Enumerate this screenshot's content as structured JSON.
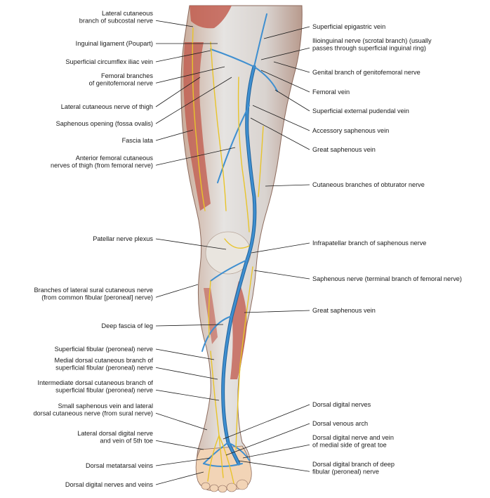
{
  "left_labels": [
    {
      "id": "lat-cut-subcostal",
      "lines": [
        "Lateral cutaneous",
        "branch of subcostal nerve"
      ]
    },
    {
      "id": "inguinal-ligament",
      "lines": [
        "Inguinal ligament (Poupart)"
      ]
    },
    {
      "id": "sup-circ-iliac-vein",
      "lines": [
        "Superficial circumflex iliac vein"
      ]
    },
    {
      "id": "femoral-br-genitofemoral",
      "lines": [
        "Femoral branches",
        "of genitofemoral nerve"
      ]
    },
    {
      "id": "lat-cut-nerve-thigh",
      "lines": [
        "Lateral cutaneous nerve of thigh"
      ]
    },
    {
      "id": "saphenous-opening",
      "lines": [
        "Saphenous opening (fossa ovalis)"
      ]
    },
    {
      "id": "fascia-lata",
      "lines": [
        "Fascia lata"
      ]
    },
    {
      "id": "ant-femoral-cut",
      "lines": [
        "Anterior femoral cutaneous",
        "nerves of thigh (from femoral nerve)"
      ]
    },
    {
      "id": "patellar-plexus",
      "lines": [
        "Patellar nerve plexus"
      ]
    },
    {
      "id": "lat-sural-branches",
      "lines": [
        "Branches of lateral sural cutaneous nerve",
        "(from common fibular [peroneal] nerve)"
      ]
    },
    {
      "id": "deep-fascia-leg",
      "lines": [
        "Deep fascia of leg"
      ]
    },
    {
      "id": "sup-fibular-nerve",
      "lines": [
        "Superficial fibular (peroneal) nerve"
      ]
    },
    {
      "id": "medial-dorsal-cut",
      "lines": [
        "Medial dorsal cutaneous branch of",
        "superficial fibular (peroneal) nerve"
      ]
    },
    {
      "id": "intermediate-dorsal-cut",
      "lines": [
        "Intermediate dorsal cutaneous branch of",
        "superficial fibular (peroneal) nerve"
      ]
    },
    {
      "id": "small-saphenous",
      "lines": [
        "Small saphenous vein and lateral",
        "dorsal cutaneous nerve (from sural nerve)"
      ]
    },
    {
      "id": "lat-dorsal-digital-5th",
      "lines": [
        "Lateral dorsal digital nerve",
        "and vein of 5th toe"
      ]
    },
    {
      "id": "dorsal-metatarsal-veins",
      "lines": [
        "Dorsal metatarsal veins"
      ]
    },
    {
      "id": "dorsal-digital-nerves-veins",
      "lines": [
        "Dorsal digital nerves and veins"
      ]
    }
  ],
  "right_labels": [
    {
      "id": "sup-epigastric-vein",
      "lines": [
        "Superficial epigastric vein"
      ]
    },
    {
      "id": "ilioinguinal",
      "lines": [
        "Ilioinguinal nerve (scrotal branch) (usually",
        "passes through superficial inguinal ring)"
      ]
    },
    {
      "id": "genital-br-genitofemoral",
      "lines": [
        "Genital branch of genitofemoral nerve"
      ]
    },
    {
      "id": "femoral-vein",
      "lines": [
        "Femoral vein"
      ]
    },
    {
      "id": "sup-ext-pudendal",
      "lines": [
        "Superficial external pudendal vein"
      ]
    },
    {
      "id": "accessory-saphenous",
      "lines": [
        "Accessory saphenous vein"
      ]
    },
    {
      "id": "great-saphenous-1",
      "lines": [
        "Great saphenous vein"
      ]
    },
    {
      "id": "cut-br-obturator",
      "lines": [
        "Cutaneous branches of obturator nerve"
      ]
    },
    {
      "id": "infrapatellar",
      "lines": [
        "Infrapatellar branch of saphenous nerve"
      ]
    },
    {
      "id": "saphenous-terminal",
      "lines": [
        "Saphenous nerve (terminal branch of femoral nerve)"
      ]
    },
    {
      "id": "great-saphenous-2",
      "lines": [
        "Great saphenous vein"
      ]
    },
    {
      "id": "dorsal-digital-nerves",
      "lines": [
        "Dorsal digital nerves"
      ]
    },
    {
      "id": "dorsal-venous-arch",
      "lines": [
        "Dorsal venous arch"
      ]
    },
    {
      "id": "dorsal-digital-medial-great-toe",
      "lines": [
        "Dorsal digital nerve and vein",
        "of medial side of great toe"
      ]
    },
    {
      "id": "dorsal-digital-deep-fibular",
      "lines": [
        "Dorsal digital branch of deep",
        "fibular (peroneal) nerve"
      ]
    }
  ],
  "colors": {
    "skin": "#f2d4b6",
    "fascia": "#dfe1e2",
    "muscle": "#c0574a",
    "vein": "#3f8fd0",
    "vein_edge": "#20639c",
    "nerve": "#e8c42a",
    "leader": "#1a1a1a"
  }
}
